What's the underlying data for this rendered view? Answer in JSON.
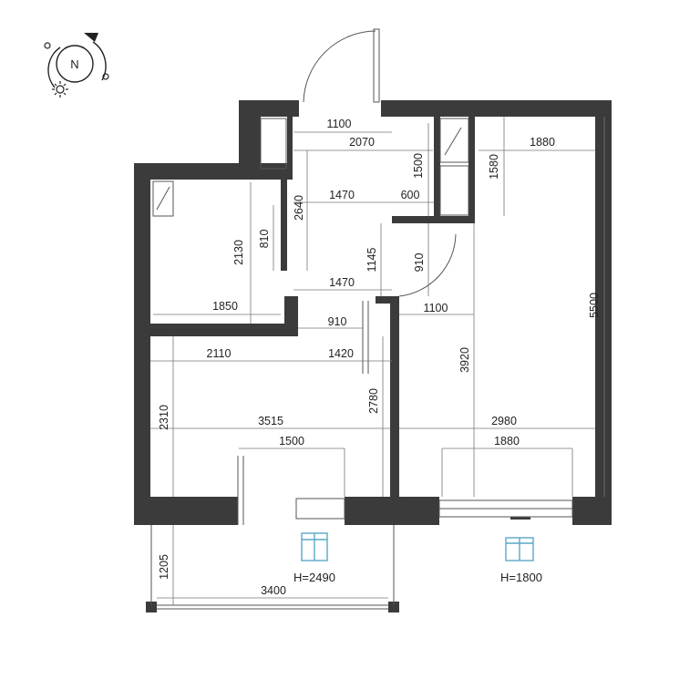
{
  "compass": {
    "north_label": "N",
    "icon": "compass-icon",
    "sun_icon": "sun-icon"
  },
  "dims": {
    "d1100_top": "1100",
    "d2070": "2070",
    "d1880_top": "1880",
    "d1500_v": "1500",
    "d1580": "1580",
    "d1470_a": "1470",
    "d600": "600",
    "d2640": "2640",
    "d2130": "2130",
    "d810": "810",
    "d1145": "1145",
    "d910_v": "910",
    "d1470_b": "1470",
    "d5500": "5500",
    "d1850": "1850",
    "d910_h": "910",
    "d1100_mid": "1100",
    "d2110": "2110",
    "d1420": "1420",
    "d3920": "3920",
    "d2310": "2310",
    "d2780": "2780",
    "d3515": "3515",
    "d2980": "2980",
    "d1500_bot": "1500",
    "d1880_bot": "1880",
    "d1205": "1205",
    "d3400": "3400"
  },
  "windows": {
    "left_label": "H=2490",
    "right_label": "H=1800",
    "accent": "#5aa7c7"
  }
}
